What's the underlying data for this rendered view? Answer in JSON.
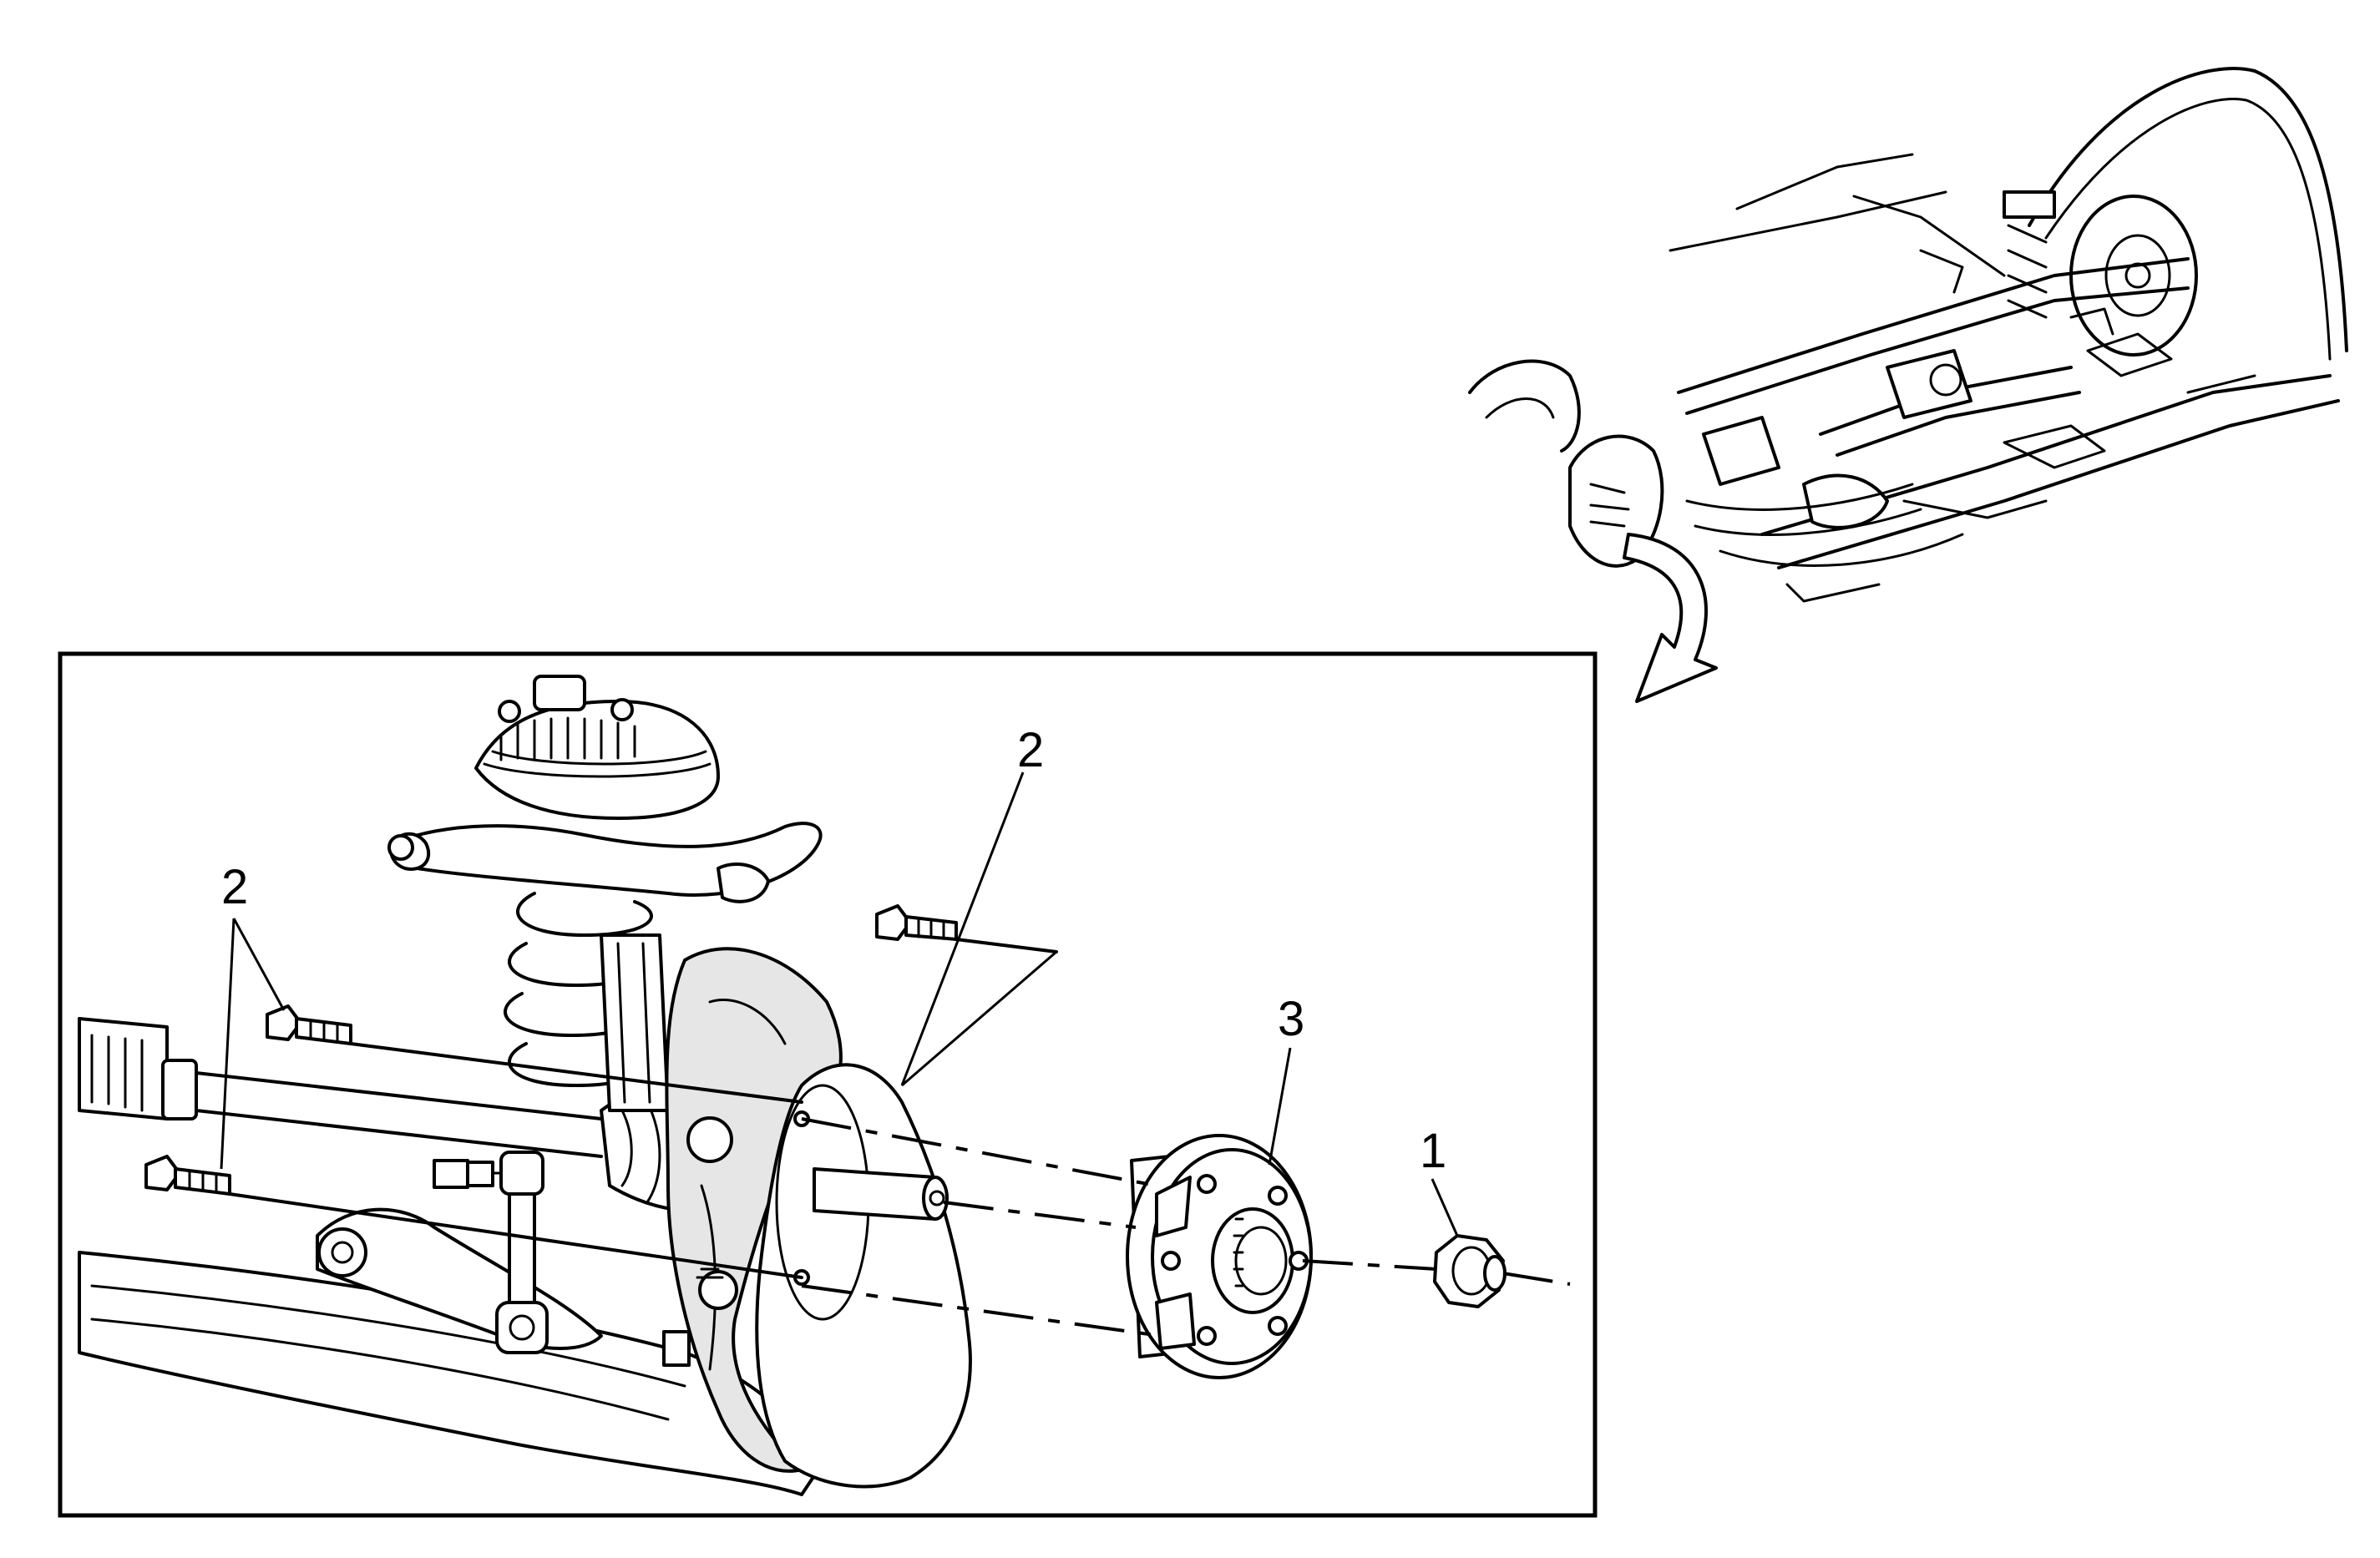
{
  "callouts": [
    {
      "id": "nut",
      "text": "1"
    },
    {
      "id": "bolt-upper-right",
      "text": "2"
    },
    {
      "id": "bolt-left-pair",
      "text": "2"
    },
    {
      "id": "hub",
      "text": "3"
    }
  ],
  "colors": {
    "line": "#000000",
    "background": "#ffffff",
    "fill": "#e6e6e6"
  },
  "icons": {
    "arrow": "curved-arrow-icon"
  }
}
